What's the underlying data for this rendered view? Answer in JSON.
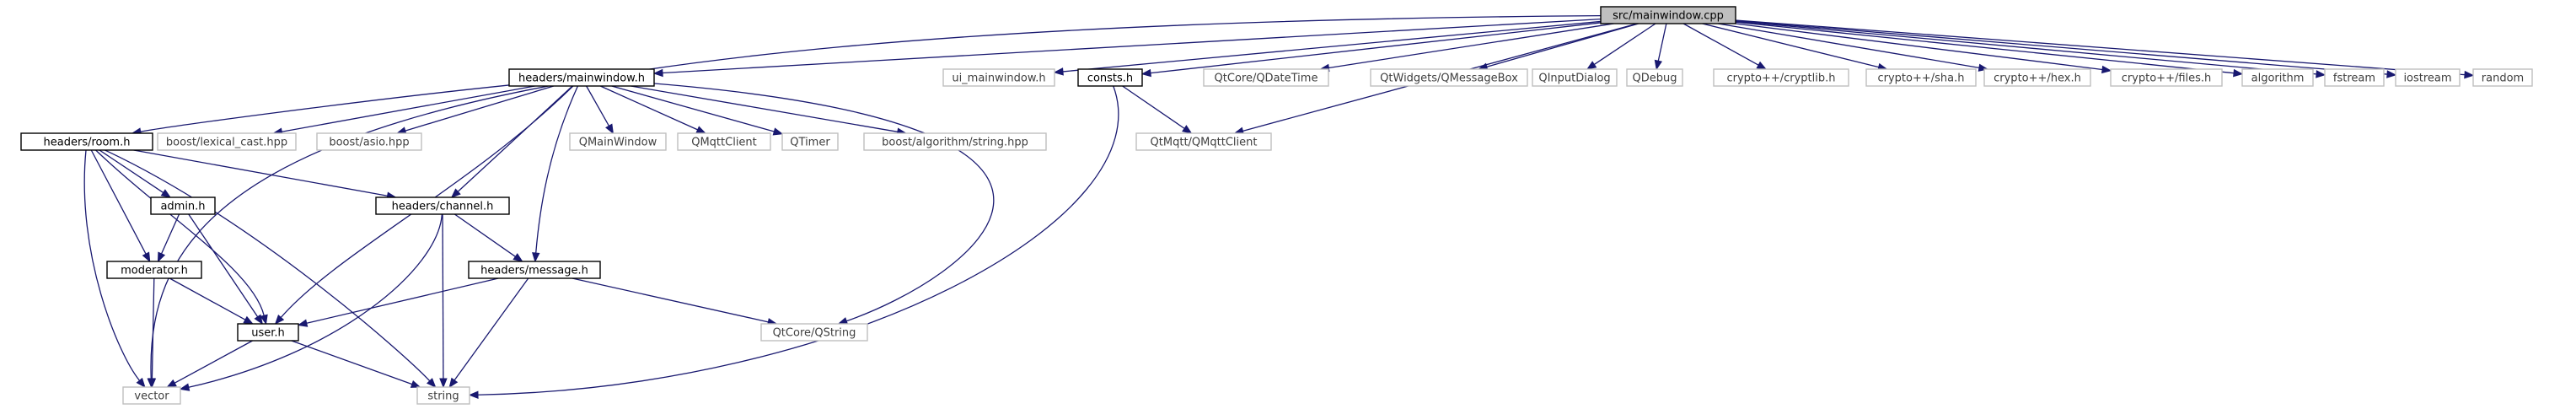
{
  "colors": {
    "edge": "#191970",
    "main_fill": "#bfbfbf",
    "local_border": "#000000",
    "system_border": "#bfbfbf"
  },
  "nodes": [
    {
      "id": "mainwindow_cpp",
      "label": "src/mainwindow.cpp",
      "kind": "main"
    },
    {
      "id": "headers_mainwindow_h",
      "label": "headers/mainwindow.h",
      "kind": "local"
    },
    {
      "id": "ui_mainwindow_h",
      "label": "ui_mainwindow.h",
      "kind": "system"
    },
    {
      "id": "consts_h",
      "label": "consts.h",
      "kind": "local"
    },
    {
      "id": "qdatetime",
      "label": "QtCore/QDateTime",
      "kind": "system"
    },
    {
      "id": "qmessagebox",
      "label": "QtWidgets/QMessageBox",
      "kind": "system"
    },
    {
      "id": "qinputdialog",
      "label": "QInputDialog",
      "kind": "system"
    },
    {
      "id": "qdebug",
      "label": "QDebug",
      "kind": "system"
    },
    {
      "id": "cryptlib",
      "label": "crypto++/cryptlib.h",
      "kind": "system"
    },
    {
      "id": "sha",
      "label": "crypto++/sha.h",
      "kind": "system"
    },
    {
      "id": "hex",
      "label": "crypto++/hex.h",
      "kind": "system"
    },
    {
      "id": "files",
      "label": "crypto++/files.h",
      "kind": "system"
    },
    {
      "id": "algorithm",
      "label": "algorithm",
      "kind": "system"
    },
    {
      "id": "fstream",
      "label": "fstream",
      "kind": "system"
    },
    {
      "id": "iostream",
      "label": "iostream",
      "kind": "system"
    },
    {
      "id": "random",
      "label": "random",
      "kind": "system"
    },
    {
      "id": "headers_room_h",
      "label": "headers/room.h",
      "kind": "local"
    },
    {
      "id": "lexical_cast",
      "label": "boost/lexical_cast.hpp",
      "kind": "system"
    },
    {
      "id": "asio",
      "label": "boost/asio.hpp",
      "kind": "system"
    },
    {
      "id": "qmainwindow",
      "label": "QMainWindow",
      "kind": "system"
    },
    {
      "id": "qmqttclient",
      "label": "QMqttClient",
      "kind": "system"
    },
    {
      "id": "qtimer",
      "label": "QTimer",
      "kind": "system"
    },
    {
      "id": "boost_string",
      "label": "boost/algorithm/string.hpp",
      "kind": "system"
    },
    {
      "id": "qtmqtt_qmqttclient",
      "label": "QtMqtt/QMqttClient",
      "kind": "system"
    },
    {
      "id": "admin_h",
      "label": "admin.h",
      "kind": "local"
    },
    {
      "id": "headers_channel_h",
      "label": "headers/channel.h",
      "kind": "local"
    },
    {
      "id": "moderator_h",
      "label": "moderator.h",
      "kind": "local"
    },
    {
      "id": "headers_message_h",
      "label": "headers/message.h",
      "kind": "local"
    },
    {
      "id": "user_h",
      "label": "user.h",
      "kind": "local"
    },
    {
      "id": "qstring",
      "label": "QtCore/QString",
      "kind": "system"
    },
    {
      "id": "vector",
      "label": "vector",
      "kind": "system"
    },
    {
      "id": "string",
      "label": "string",
      "kind": "system"
    }
  ],
  "edges": [
    {
      "from": "mainwindow_cpp",
      "to": "headers_mainwindow_h"
    },
    {
      "from": "mainwindow_cpp",
      "to": "ui_mainwindow_h"
    },
    {
      "from": "mainwindow_cpp",
      "to": "consts_h"
    },
    {
      "from": "mainwindow_cpp",
      "to": "qdatetime"
    },
    {
      "from": "mainwindow_cpp",
      "to": "qmessagebox"
    },
    {
      "from": "mainwindow_cpp",
      "to": "qinputdialog"
    },
    {
      "from": "mainwindow_cpp",
      "to": "qdebug"
    },
    {
      "from": "mainwindow_cpp",
      "to": "cryptlib"
    },
    {
      "from": "mainwindow_cpp",
      "to": "sha"
    },
    {
      "from": "mainwindow_cpp",
      "to": "hex"
    },
    {
      "from": "mainwindow_cpp",
      "to": "files"
    },
    {
      "from": "mainwindow_cpp",
      "to": "algorithm"
    },
    {
      "from": "mainwindow_cpp",
      "to": "fstream"
    },
    {
      "from": "mainwindow_cpp",
      "to": "iostream"
    },
    {
      "from": "mainwindow_cpp",
      "to": "random"
    },
    {
      "from": "mainwindow_cpp",
      "to": "vector"
    },
    {
      "from": "mainwindow_cpp",
      "to": "qtmqtt_qmqttclient"
    },
    {
      "from": "headers_mainwindow_h",
      "to": "headers_room_h"
    },
    {
      "from": "headers_mainwindow_h",
      "to": "lexical_cast"
    },
    {
      "from": "headers_mainwindow_h",
      "to": "asio"
    },
    {
      "from": "headers_mainwindow_h",
      "to": "qmainwindow"
    },
    {
      "from": "headers_mainwindow_h",
      "to": "qmqttclient"
    },
    {
      "from": "headers_mainwindow_h",
      "to": "qtimer"
    },
    {
      "from": "headers_mainwindow_h",
      "to": "boost_string"
    },
    {
      "from": "headers_mainwindow_h",
      "to": "headers_channel_h"
    },
    {
      "from": "headers_mainwindow_h",
      "to": "headers_message_h"
    },
    {
      "from": "headers_mainwindow_h",
      "to": "user_h"
    },
    {
      "from": "headers_mainwindow_h",
      "to": "qstring"
    },
    {
      "from": "consts_h",
      "to": "qtmqtt_qmqttclient"
    },
    {
      "from": "consts_h",
      "to": "string"
    },
    {
      "from": "headers_room_h",
      "to": "admin_h"
    },
    {
      "from": "headers_room_h",
      "to": "moderator_h"
    },
    {
      "from": "headers_room_h",
      "to": "user_h"
    },
    {
      "from": "headers_room_h",
      "to": "headers_channel_h"
    },
    {
      "from": "headers_room_h",
      "to": "vector"
    },
    {
      "from": "headers_room_h",
      "to": "string"
    },
    {
      "from": "admin_h",
      "to": "moderator_h"
    },
    {
      "from": "admin_h",
      "to": "user_h"
    },
    {
      "from": "moderator_h",
      "to": "user_h"
    },
    {
      "from": "moderator_h",
      "to": "vector"
    },
    {
      "from": "headers_channel_h",
      "to": "headers_message_h"
    },
    {
      "from": "headers_channel_h",
      "to": "vector"
    },
    {
      "from": "headers_channel_h",
      "to": "string"
    },
    {
      "from": "headers_message_h",
      "to": "user_h"
    },
    {
      "from": "headers_message_h",
      "to": "qstring"
    },
    {
      "from": "headers_message_h",
      "to": "string"
    },
    {
      "from": "user_h",
      "to": "vector"
    },
    {
      "from": "user_h",
      "to": "string"
    }
  ]
}
